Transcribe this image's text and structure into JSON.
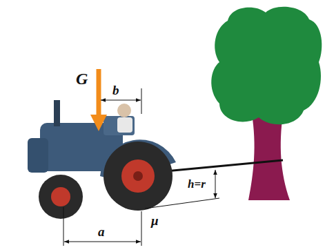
{
  "diagram": {
    "labels": [
      "G",
      "b",
      "h=r",
      "a",
      "μ"
    ]
  }
}
